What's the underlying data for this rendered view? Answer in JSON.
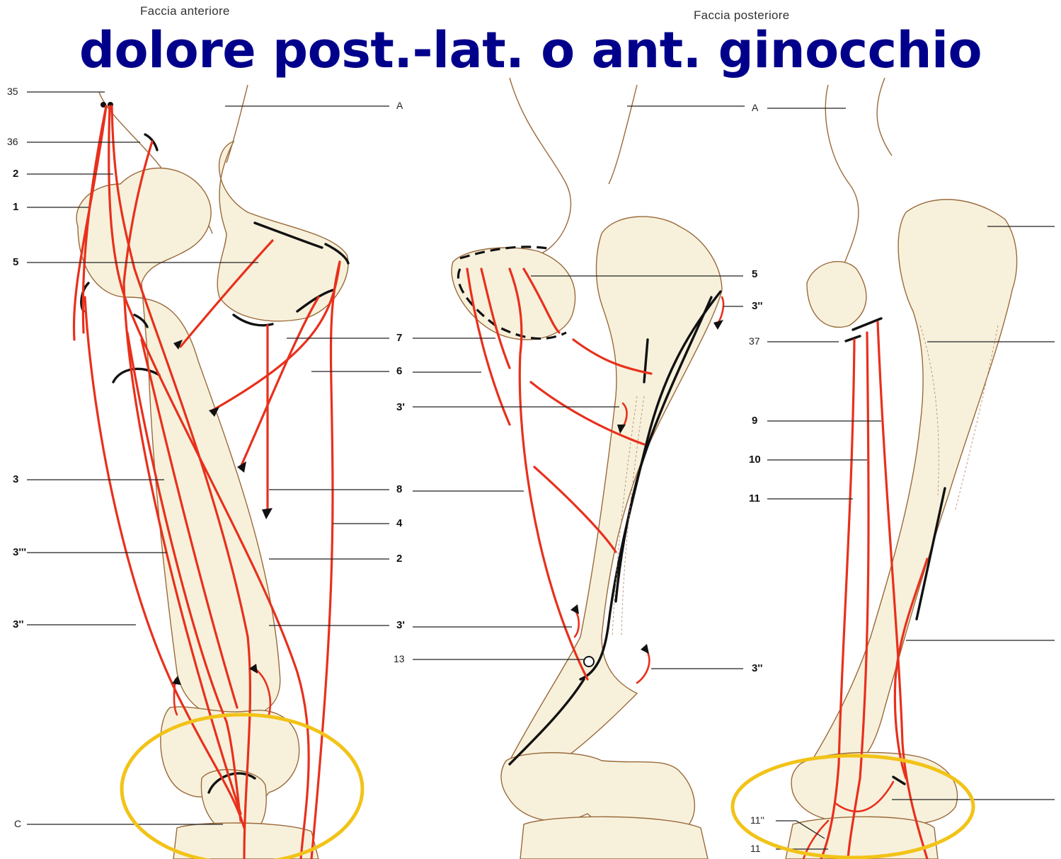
{
  "views": {
    "anterior_caption": "Faccia anteriore",
    "posterior_caption": "Faccia posteriore"
  },
  "title": "dolore post.-lat. o ant. ginocchio",
  "labels": {
    "left_column": [
      "35",
      "36",
      "2",
      "1",
      "5",
      "3",
      "3'''",
      "3''",
      "C"
    ],
    "center_right_column": [
      "A",
      "7",
      "6",
      "8",
      "4",
      "2",
      "3'"
    ],
    "middle_column": [
      "5",
      "3''",
      "7",
      "6",
      "3'",
      "8",
      "3'",
      "13",
      "3''"
    ],
    "posterior_right": [
      "A",
      "37",
      "9",
      "10",
      "11",
      "11''",
      "11"
    ]
  },
  "colors": {
    "title": "#00008b",
    "muscle": "#e8301c",
    "bone_fill": "#f7f1dc",
    "highlight_ring": "#f2c318"
  }
}
